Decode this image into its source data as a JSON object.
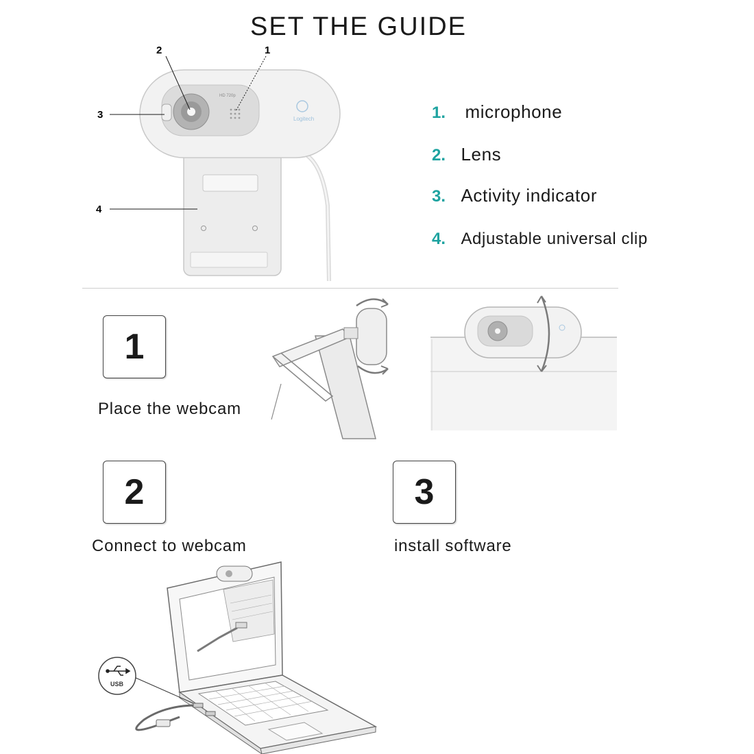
{
  "title": "SET THE GUIDE",
  "callouts": [
    "1",
    "2",
    "3",
    "4"
  ],
  "camera_text": {
    "hd": "HD 720p",
    "brand": "Logitech"
  },
  "parts": [
    {
      "num": "1.",
      "label": "microphone"
    },
    {
      "num": "2.",
      "label": "Lens"
    },
    {
      "num": "3.",
      "label": "Activity indicator"
    },
    {
      "num": "4.",
      "label": "Adjustable universal clip"
    }
  ],
  "steps": [
    {
      "num": "1",
      "label": "Place the webcam"
    },
    {
      "num": "2",
      "label": "Connect to webcam"
    },
    {
      "num": "3",
      "label": "install software"
    }
  ],
  "usb": {
    "label": "USB"
  },
  "colors": {
    "accent": "#1ea3a0",
    "line": "#4a4a4a",
    "device": "#ececec"
  }
}
